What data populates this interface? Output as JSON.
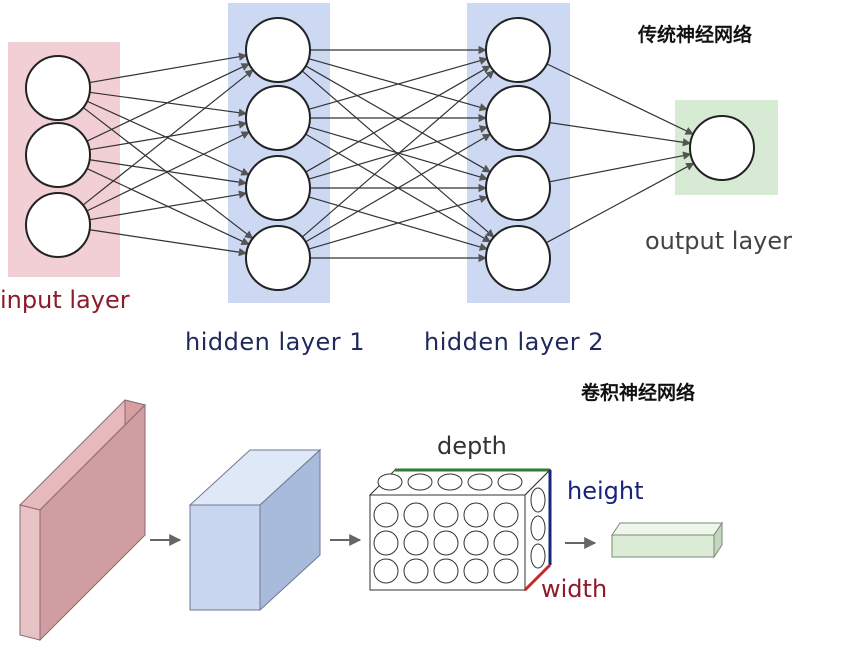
{
  "titles": {
    "traditional": "传统神经网络",
    "convolutional": "卷积神经网络"
  },
  "layers": {
    "input": "input layer",
    "hidden1": "hidden layer 1",
    "hidden2": "hidden layer 2",
    "output": "output layer"
  },
  "dimensions": {
    "depth": "depth",
    "height": "height",
    "width": "width"
  },
  "network": {
    "input_nodes": 3,
    "hidden1_nodes": 4,
    "hidden2_nodes": 4,
    "output_nodes": 1
  },
  "colors": {
    "input_band": "#f2cfd4",
    "hidden_band": "#cdd9f2",
    "output_band": "#d7ead3",
    "depth_edge": "#2e7d32",
    "height_edge": "#1a237e",
    "width_edge": "#c62828"
  }
}
